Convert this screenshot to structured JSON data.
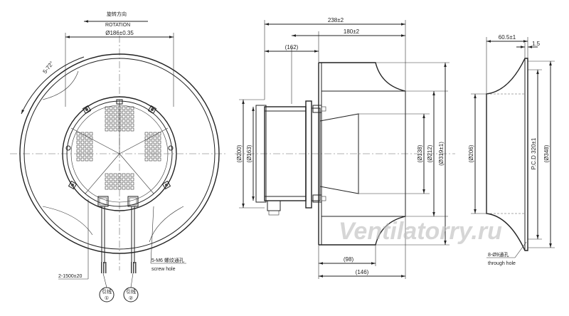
{
  "rotation": {
    "cn": "旋转方向",
    "en": "ROTATION"
  },
  "front_view": {
    "outer_diameter": "Ø186±0.35",
    "angle": "5-72°",
    "screw_hole_cn": "5-M6 螺纹通孔",
    "screw_hole_en": "screw hole",
    "cable_length": "2-1500±20",
    "lead1": "引线",
    "lead1_num": "①",
    "lead2": "引线",
    "lead2_num": "②"
  },
  "side_view": {
    "overall_length": "238±2",
    "impeller_length": "180±2",
    "motor_length": "(162)",
    "d200": "(Ø200)",
    "d163": "(Ø163)",
    "d138": "(Ø138)",
    "d212": "(Ø212)",
    "d319": "(Ø319±1)",
    "len98": "(98)",
    "len146": "(146)"
  },
  "ring_view": {
    "width": "60.5±1",
    "thickness": "1.5",
    "d206": "(Ø206)",
    "pcd": "P.C.D 320±1",
    "d348": "(Ø348)",
    "hole_cn": "8-Ø9通孔",
    "hole_en": "through hole"
  },
  "watermark": "Ventilatorry.ru"
}
